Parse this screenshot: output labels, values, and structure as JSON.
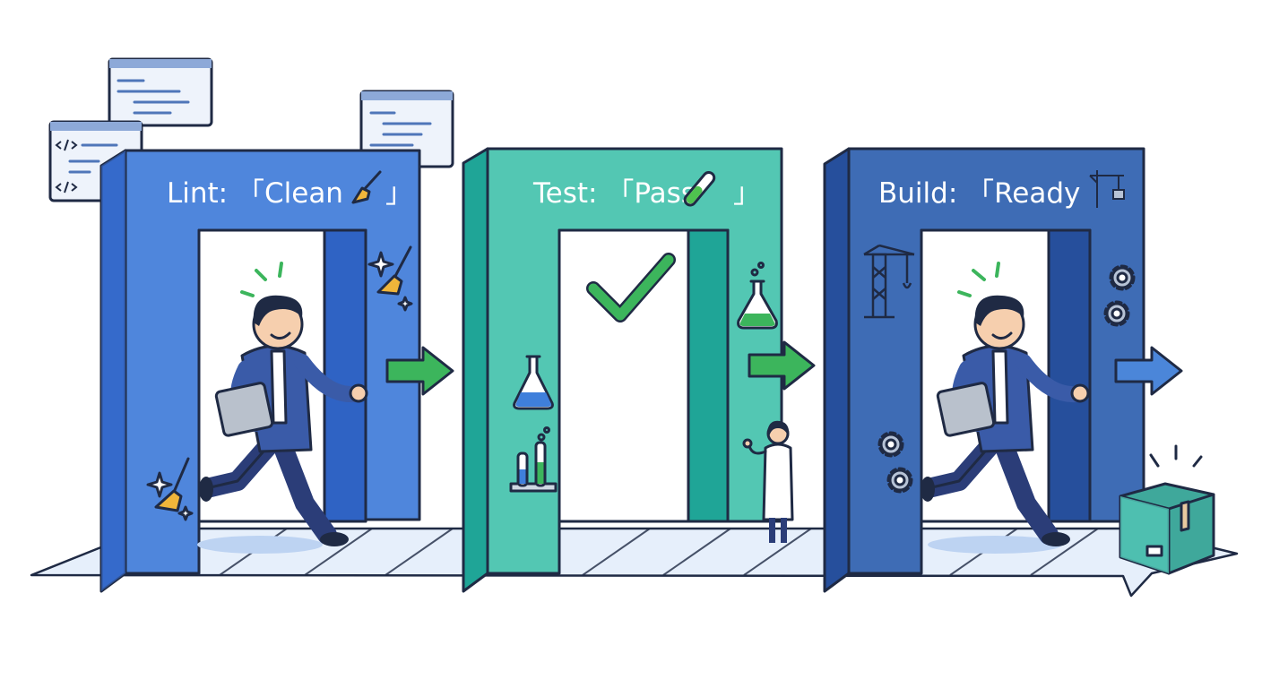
{
  "gates": [
    {
      "stage": "Lint",
      "status": "Clean",
      "label": "Lint: 「Clean",
      "close": "」",
      "icon": "broom-icon",
      "colors": {
        "front": "#4f86dc",
        "side": "#2f63c4",
        "inner": "#3a6fd0"
      }
    },
    {
      "stage": "Test",
      "status": "Pass",
      "label": "Test: 「Pass",
      "close": "」",
      "icon": "test-tube-icon",
      "colors": {
        "front": "#53c7b3",
        "side": "#1fa597",
        "inner": "#27a898"
      }
    },
    {
      "stage": "Build",
      "status": "Ready",
      "label": "Build: 「Ready",
      "close": "",
      "icon": "crane-icon",
      "colors": {
        "front": "#3e6cb5",
        "side": "#264f9c",
        "inner": "#2d5aa6"
      }
    }
  ],
  "icons": [
    "code-window-icon",
    "broom-icon",
    "sparkle-icon",
    "checkmark-icon",
    "flask-icon",
    "test-tubes-icon",
    "scientist-figure",
    "crane-icon",
    "gear-icon",
    "package-box-icon",
    "arrow-right-icon",
    "runner-figure"
  ],
  "colors": {
    "outline": "#1f2a44",
    "arrow_green": "#3cb55c",
    "arrow_blue": "#4b86d9",
    "check": "#3cb55c",
    "floor": "#e4eefb",
    "motion": "#3cb55c"
  }
}
